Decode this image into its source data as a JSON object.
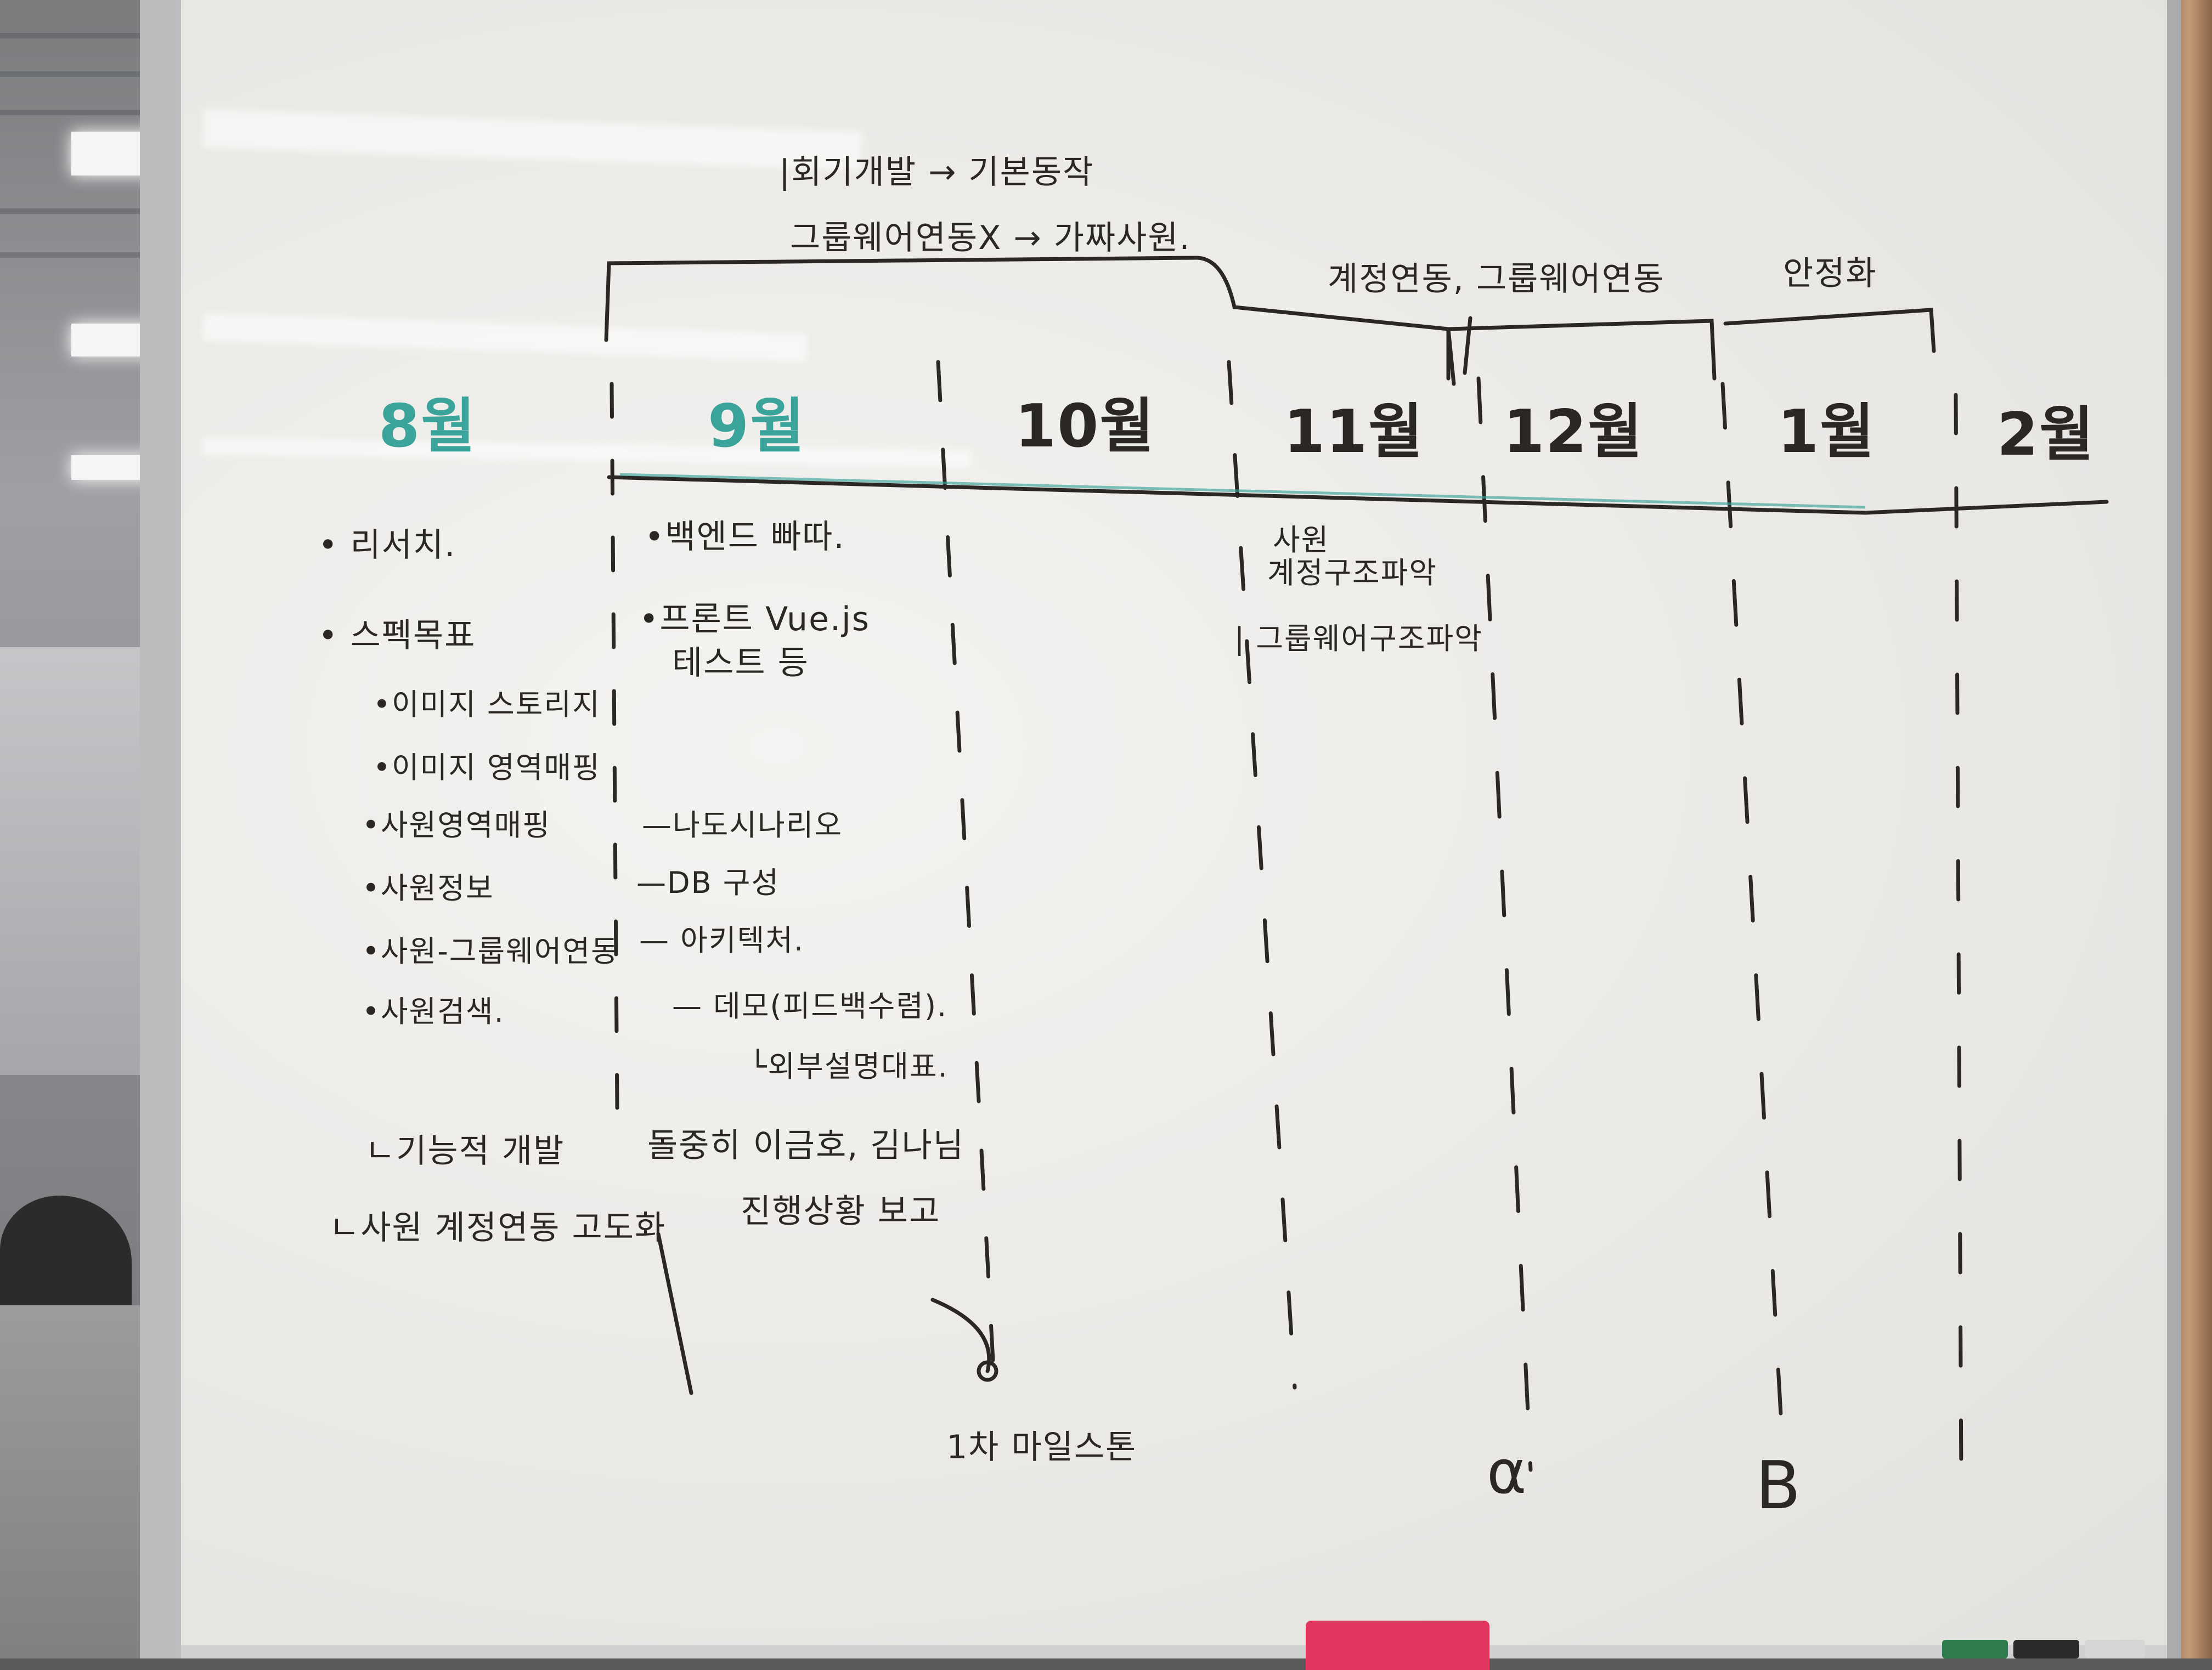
{
  "header_notes": {
    "line1": "|회기개발 → 기본동작",
    "line2": "그룹웨어연동X → 가짜사원."
  },
  "annotations": {
    "account_groupware": "계정연동, 그룹웨어연동",
    "stabilization": "안정화"
  },
  "months": [
    {
      "label": "8월",
      "color": "#3aa39a"
    },
    {
      "label": "9월",
      "color": "#3aa39a"
    },
    {
      "label": "10월",
      "color": "#2a2725"
    },
    {
      "label": "11월",
      "color": "#2a2725"
    },
    {
      "label": "12월",
      "color": "#2a2725"
    },
    {
      "label": "1월",
      "color": "#2a2725"
    },
    {
      "label": "2월",
      "color": "#2a2725"
    }
  ],
  "col_aug": {
    "research": "• 리서치.",
    "spec": "• 스펙목표",
    "items": [
      "•이미지 스토리지",
      "•이미지 영역매핑",
      "•사원영역매핑",
      "•사원정보",
      "•사원-그룹웨어연동",
      "•사원검색."
    ]
  },
  "col_sep": {
    "backend": "•백엔드 빠따.",
    "front1": "•프론트 Vue.js",
    "front2": "테스트 등",
    "items": [
      "—나도시나리오",
      "—DB 구성",
      "— 아키텍처.",
      "— 데모(피드백수렴).",
      "└외부설명대표."
    ]
  },
  "bottom_notes": {
    "n1": "ㄴ기능적 개발",
    "n2": "ㄴ사원 계정연동 고도화",
    "n3": "돌중히 이금호, 김나님",
    "n4": "진행상황 보고",
    "n5": "1차 마일스톤"
  },
  "col_nov": {
    "line1": "사원",
    "line2": "계정구조파악",
    "line3": "| 그룹웨어구조파악"
  },
  "milestones": {
    "alpha": "α",
    "beta": "B"
  },
  "colors": {
    "marker_black": "#2a2725",
    "marker_teal": "#3aa39a",
    "eraser": "#e2365f"
  }
}
